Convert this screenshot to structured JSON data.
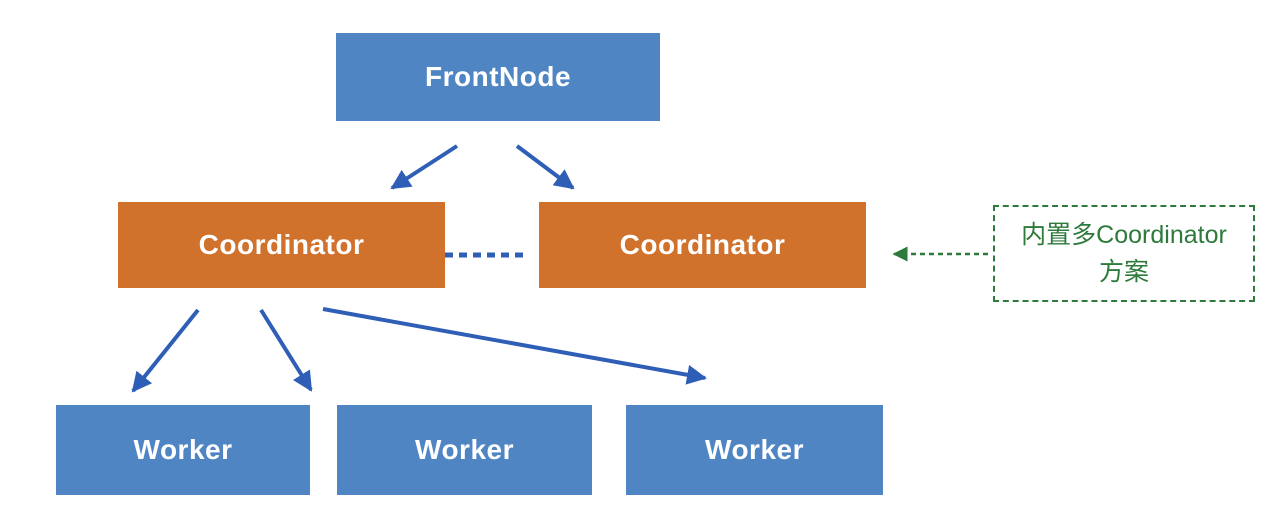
{
  "diagram": {
    "nodes": {
      "frontnode": {
        "label": "FrontNode"
      },
      "coordinator_left": {
        "label": "Coordinator"
      },
      "coordinator_right": {
        "label": "Coordinator"
      },
      "worker_1": {
        "label": "Worker"
      },
      "worker_2": {
        "label": "Worker"
      },
      "worker_3": {
        "label": "Worker"
      }
    },
    "annotation": {
      "lines": [
        "内置多Coordinator",
        "方案"
      ]
    },
    "edges": [
      {
        "from": "frontnode",
        "to": "coordinator_left",
        "style": "solid-arrow",
        "color": "#2F5EB7"
      },
      {
        "from": "frontnode",
        "to": "coordinator_right",
        "style": "solid-arrow",
        "color": "#2F5EB7"
      },
      {
        "from": "coordinator_left",
        "to": "coordinator_right",
        "style": "dashed-line",
        "color": "#2F5EB7"
      },
      {
        "from": "coordinator_left",
        "to": "worker_1",
        "style": "solid-arrow",
        "color": "#2F5EB7"
      },
      {
        "from": "coordinator_left",
        "to": "worker_2",
        "style": "solid-arrow",
        "color": "#2F5EB7"
      },
      {
        "from": "coordinator_left",
        "to": "worker_3",
        "style": "solid-arrow",
        "color": "#2F5EB7"
      },
      {
        "from": "annotation",
        "to": "coordinator_right",
        "style": "dashed-arrow",
        "color": "#2D7A3C"
      }
    ],
    "colors": {
      "node_blue": "#5085C4",
      "node_orange": "#D0712C",
      "arrow_blue": "#2F5EB7",
      "annotation_green": "#2D7A3C",
      "node_text": "#FFFFFF",
      "background": "#FFFFFF"
    }
  }
}
